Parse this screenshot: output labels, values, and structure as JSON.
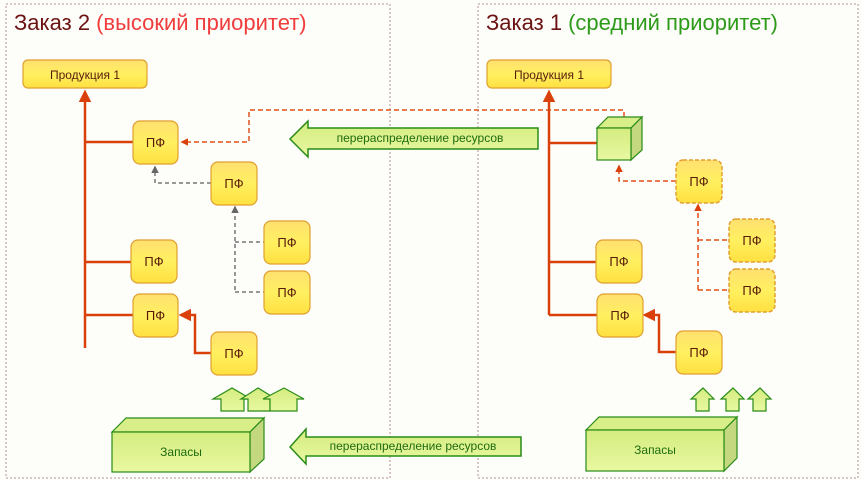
{
  "panels": {
    "left": {
      "title": "Заказ 2",
      "priority": "(высокий приоритет)",
      "product": "Продукция 1",
      "stock": "Запасы",
      "pf_label": "ПФ"
    },
    "right": {
      "title": "Заказ 1",
      "priority": "(средний приоритет)",
      "product": "Продукция 1",
      "stock": "Запасы",
      "pf_label": "ПФ"
    }
  },
  "arrows": {
    "top": "перераспределение ресурсов",
    "bottom": "перераспределение ресурсов"
  },
  "colors": {
    "order_title": "#6b1212",
    "high_priority": "#f03c3c",
    "medium_priority": "#2e9a1a",
    "flow_line": "#d9400a",
    "dashed_gray": "#777777",
    "pf_fill": "#ffe85a",
    "pf_border": "#e0a030",
    "green_fill": "#dcf28a",
    "green_border": "#2a8c18",
    "panel_border": "#b89090"
  }
}
